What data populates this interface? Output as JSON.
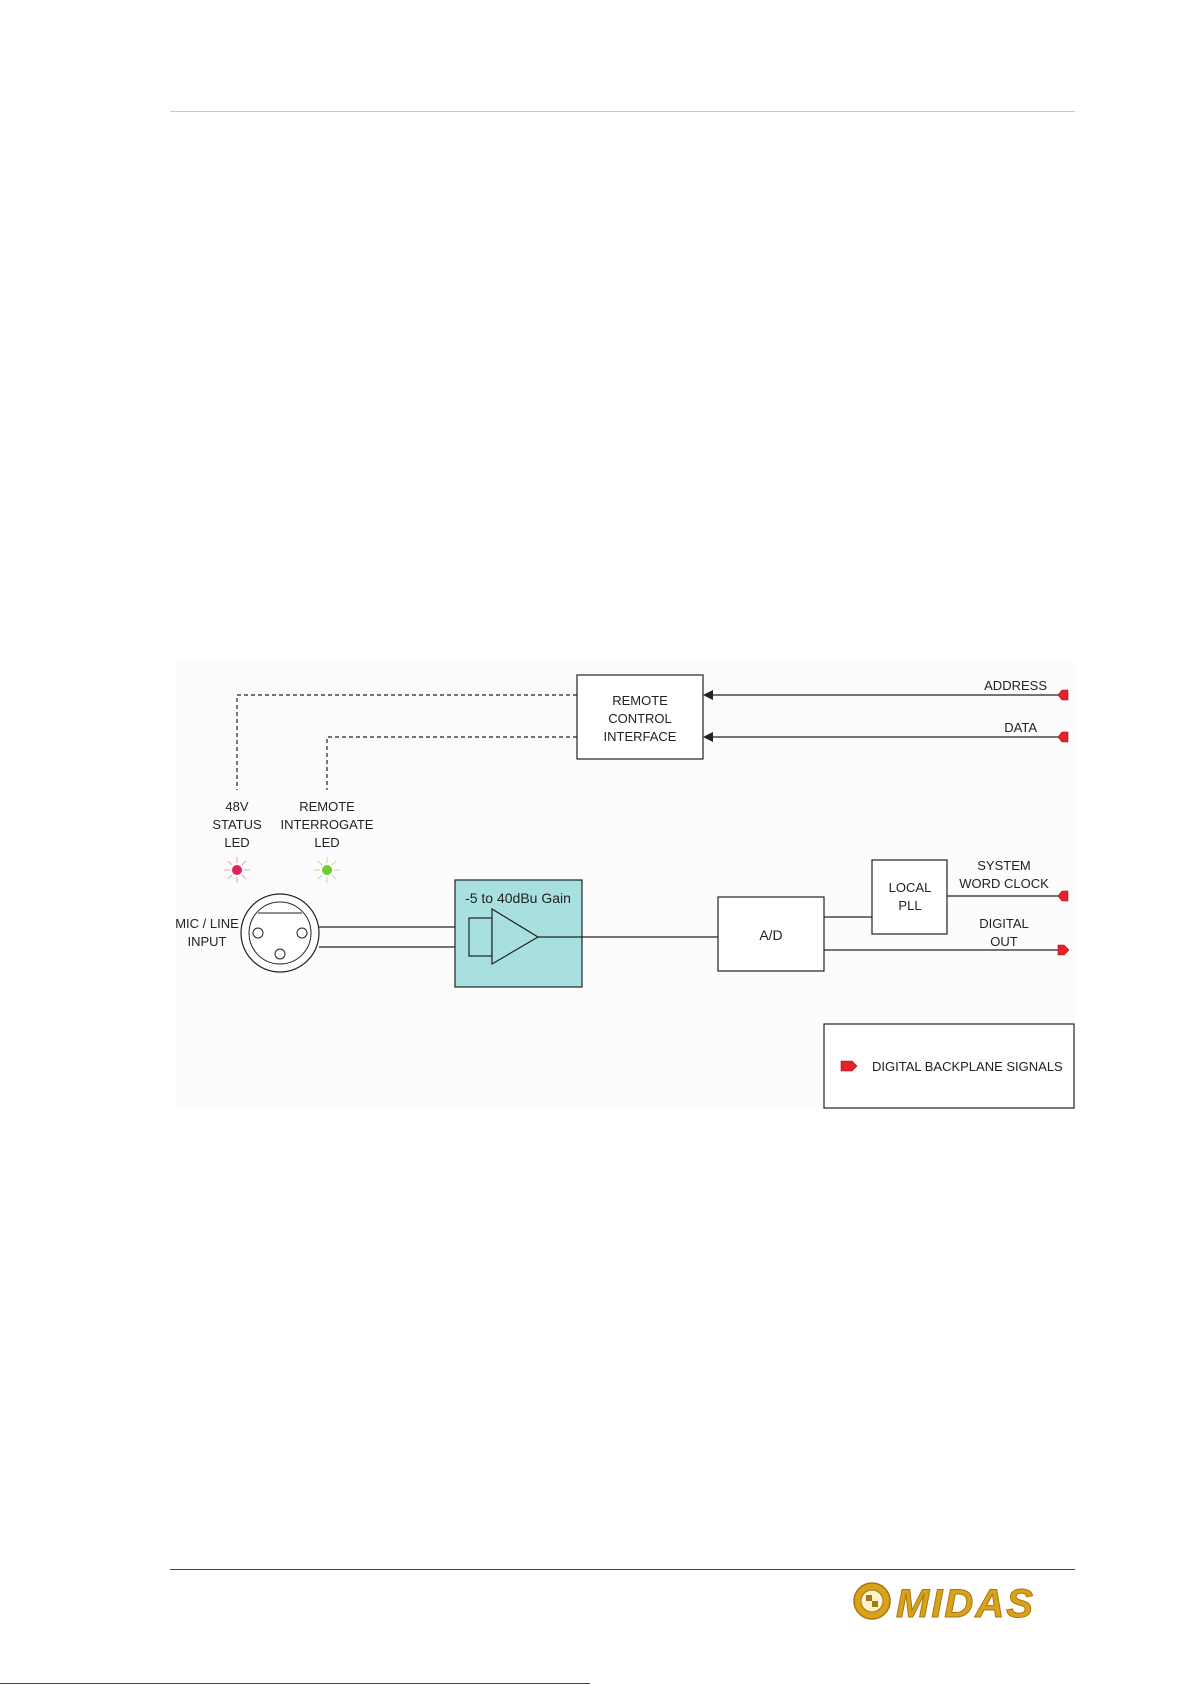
{
  "diagram": {
    "remote_control_interface": [
      "REMOTE",
      "CONTROL",
      "INTERFACE"
    ],
    "address_label": "ADDRESS",
    "data_label": "DATA",
    "led_48v": [
      "48V",
      "STATUS",
      "LED"
    ],
    "led_remote": [
      "REMOTE",
      "INTERROGATE",
      "LED"
    ],
    "mic_line_input": [
      "MIC / LINE",
      "INPUT"
    ],
    "gain_label": "-5 to 40dBu Gain",
    "ad_label": "A/D",
    "local_pll": [
      "LOCAL",
      "PLL"
    ],
    "system_word_clock": [
      "SYSTEM",
      "WORD CLOCK"
    ],
    "digital_out": [
      "DIGITAL",
      "OUT"
    ],
    "legend_label": "DIGITAL BACKPLANE SIGNALS"
  },
  "colors": {
    "gain_fill": "#a8e0e0",
    "signal_marker": "#e8202a",
    "led_red": "#e0245a",
    "led_green": "#6ccf2c",
    "logo_gold": "#d9a21b"
  },
  "logo": {
    "text": "MIDAS"
  }
}
